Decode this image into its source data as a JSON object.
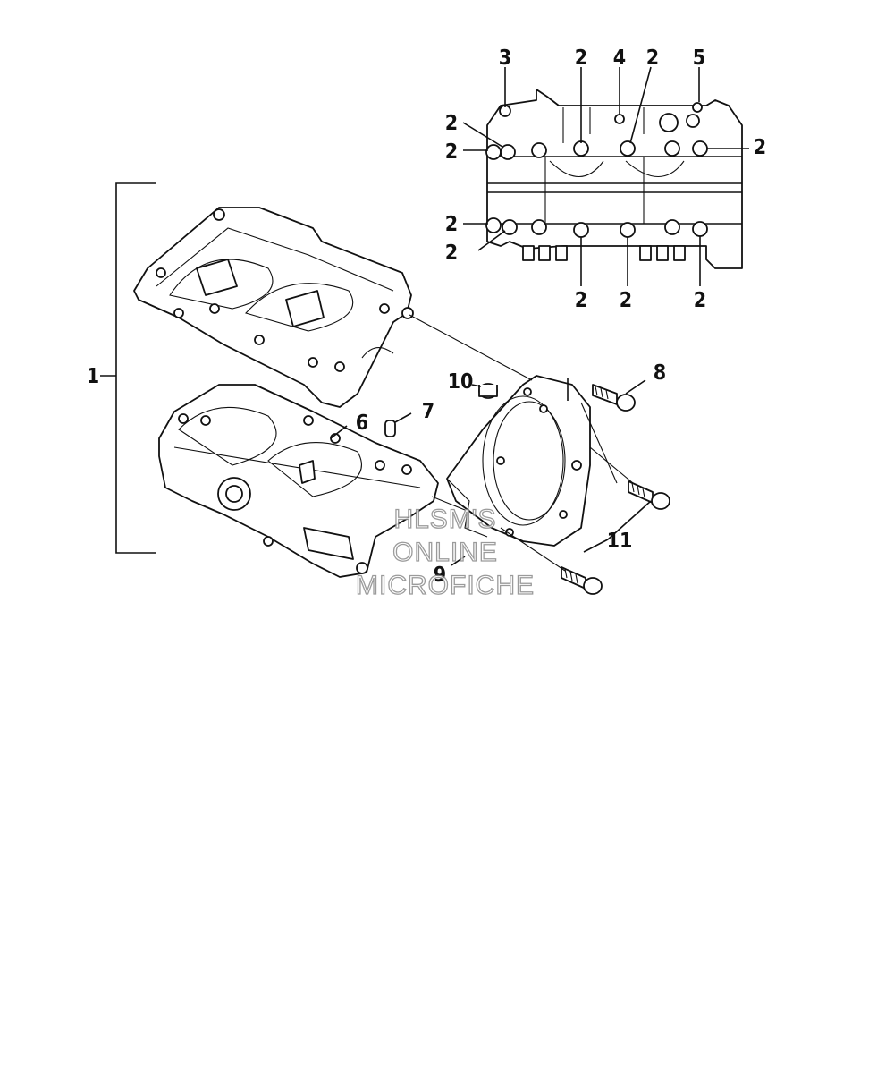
{
  "diagram": {
    "callouts": {
      "c1": "1",
      "c2": "2",
      "c3": "3",
      "c4": "4",
      "c5": "5",
      "c6": "6",
      "c7": "7",
      "c8": "8",
      "c9": "9",
      "c10": "10",
      "c11": "11"
    },
    "watermark": {
      "line1": "HLSM'S",
      "line2": "ONLINE",
      "line3": "MICROFICHE"
    }
  }
}
